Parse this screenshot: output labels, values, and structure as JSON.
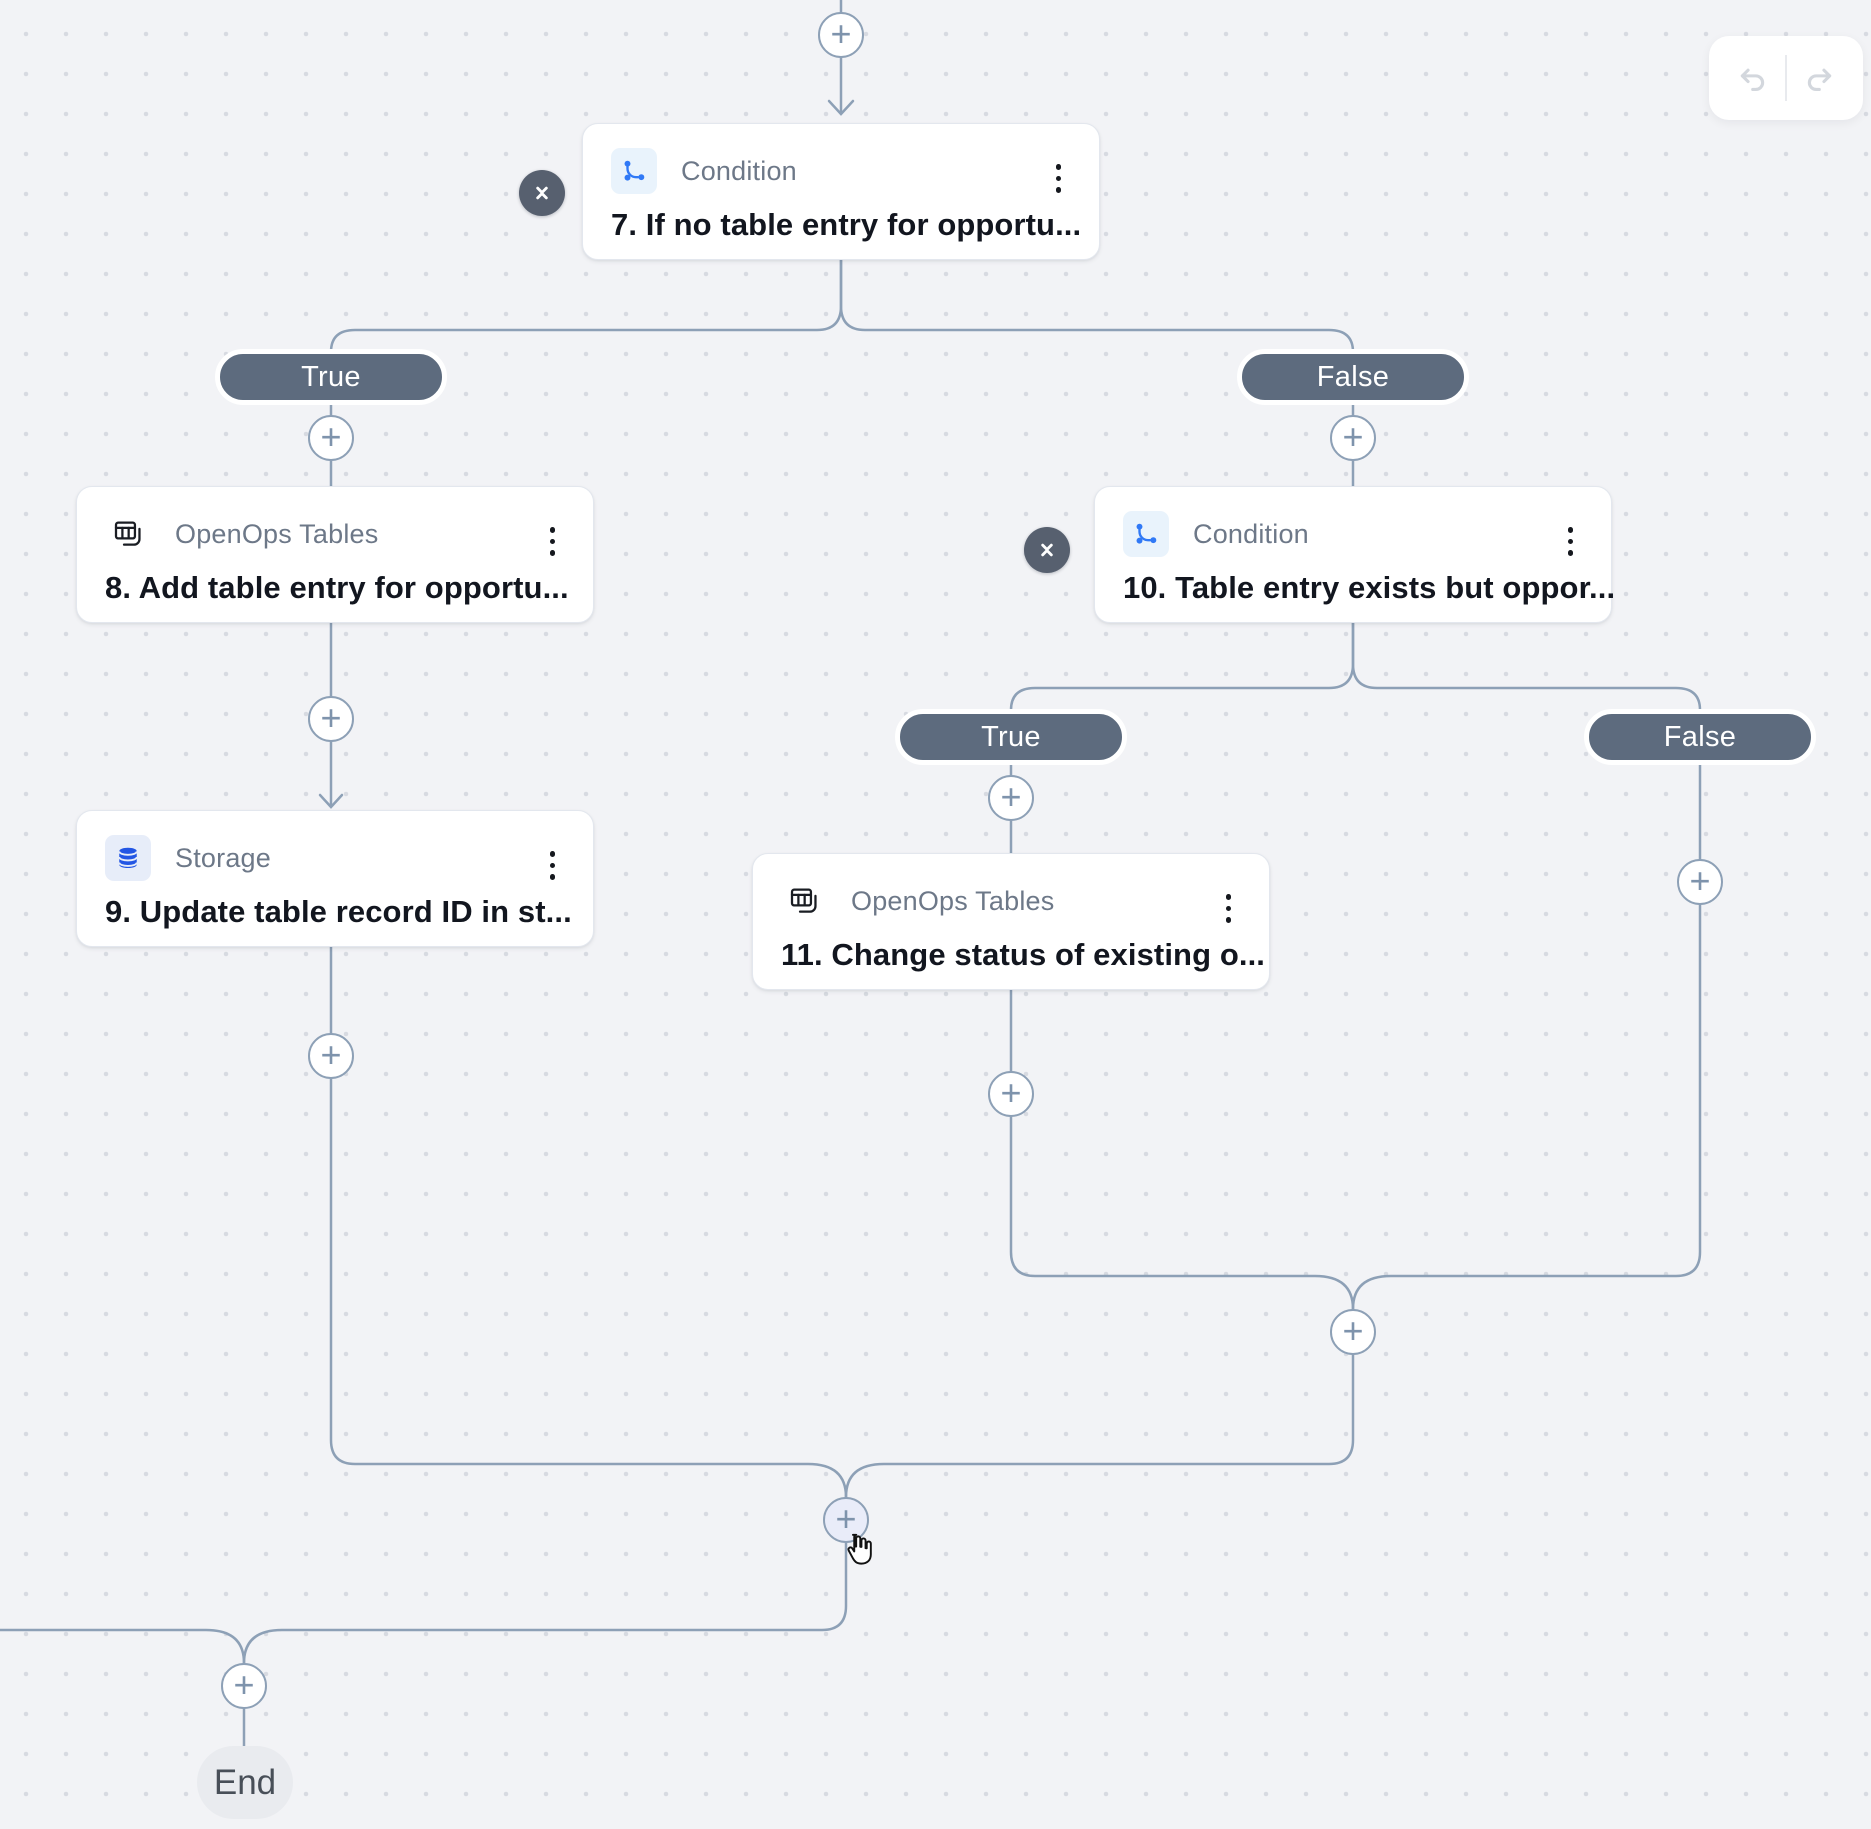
{
  "flow": {
    "nodes": [
      {
        "step": "7",
        "app": "Condition",
        "title": "7. If no table entry for opportu...",
        "icon": "branch-icon"
      },
      {
        "step": "8",
        "app": "OpenOps Tables",
        "title": "8. Add table entry for opportu...",
        "icon": "tables-icon"
      },
      {
        "step": "9",
        "app": "Storage",
        "title": "9. Update table record ID in st...",
        "icon": "database-icon"
      },
      {
        "step": "10",
        "app": "Condition",
        "title": "10. Table entry exists but oppor...",
        "icon": "branch-icon"
      },
      {
        "step": "11",
        "app": "OpenOps Tables",
        "title": "11. Change status of existing o...",
        "icon": "tables-icon"
      }
    ],
    "branches": {
      "true": "True",
      "false": "False"
    },
    "end_label": "End"
  },
  "icons": {
    "plus": "+"
  },
  "colors": {
    "canvas_bg": "#f2f3f6",
    "edge": "#8da0b6",
    "pill_bg": "#5d6b7e",
    "collapse_bg": "#57606f",
    "accent_blue": "#3079f6",
    "storage_blue": "#2356e4",
    "title_text": "#12161f",
    "label_text": "#6d7888"
  }
}
